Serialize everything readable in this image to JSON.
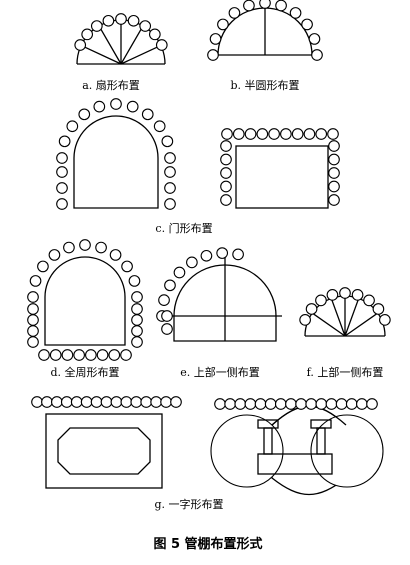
{
  "labels": {
    "a": "a. 扇形布置",
    "b": "b. 半圆形布置",
    "c": "c. 门形布置",
    "d": "d. 全周形布置",
    "e": "e. 上部一侧布置",
    "f": "f. 上部一侧布置",
    "g": "g. 一字形布置"
  },
  "caption": "图 5  管棚布置形式",
  "colors": {
    "stroke": "#000000",
    "background": "#ffffff"
  }
}
